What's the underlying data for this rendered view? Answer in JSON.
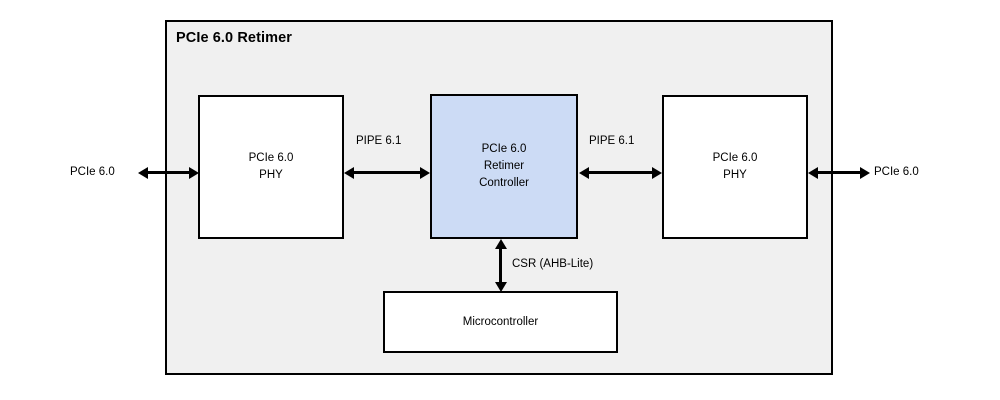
{
  "diagram": {
    "title": "PCIe 6.0 Retimer",
    "background_color": "#f0f0f0",
    "accent_color": "#ccdbf5",
    "border_color": "#000000",
    "blocks": [
      {
        "id": "phy-left",
        "lines": [
          "PCIe 6.0",
          "PHY"
        ],
        "fill": "#ffffff"
      },
      {
        "id": "ctrl",
        "lines": [
          "PCIe 6.0",
          "Retimer",
          "Controller"
        ],
        "fill": "#ccdbf5"
      },
      {
        "id": "phy-right",
        "lines": [
          "PCIe 6.0",
          "PHY"
        ],
        "fill": "#ffffff"
      },
      {
        "id": "mcu",
        "lines": [
          "Microcontroller"
        ],
        "fill": "#ffffff"
      }
    ],
    "connector_labels": {
      "external_left": "PCIe 6.0",
      "external_right": "PCIe 6.0",
      "pipe_left": "PIPE 6.1",
      "pipe_right": "PIPE 6.1",
      "csr": "CSR (AHB-Lite)"
    }
  }
}
